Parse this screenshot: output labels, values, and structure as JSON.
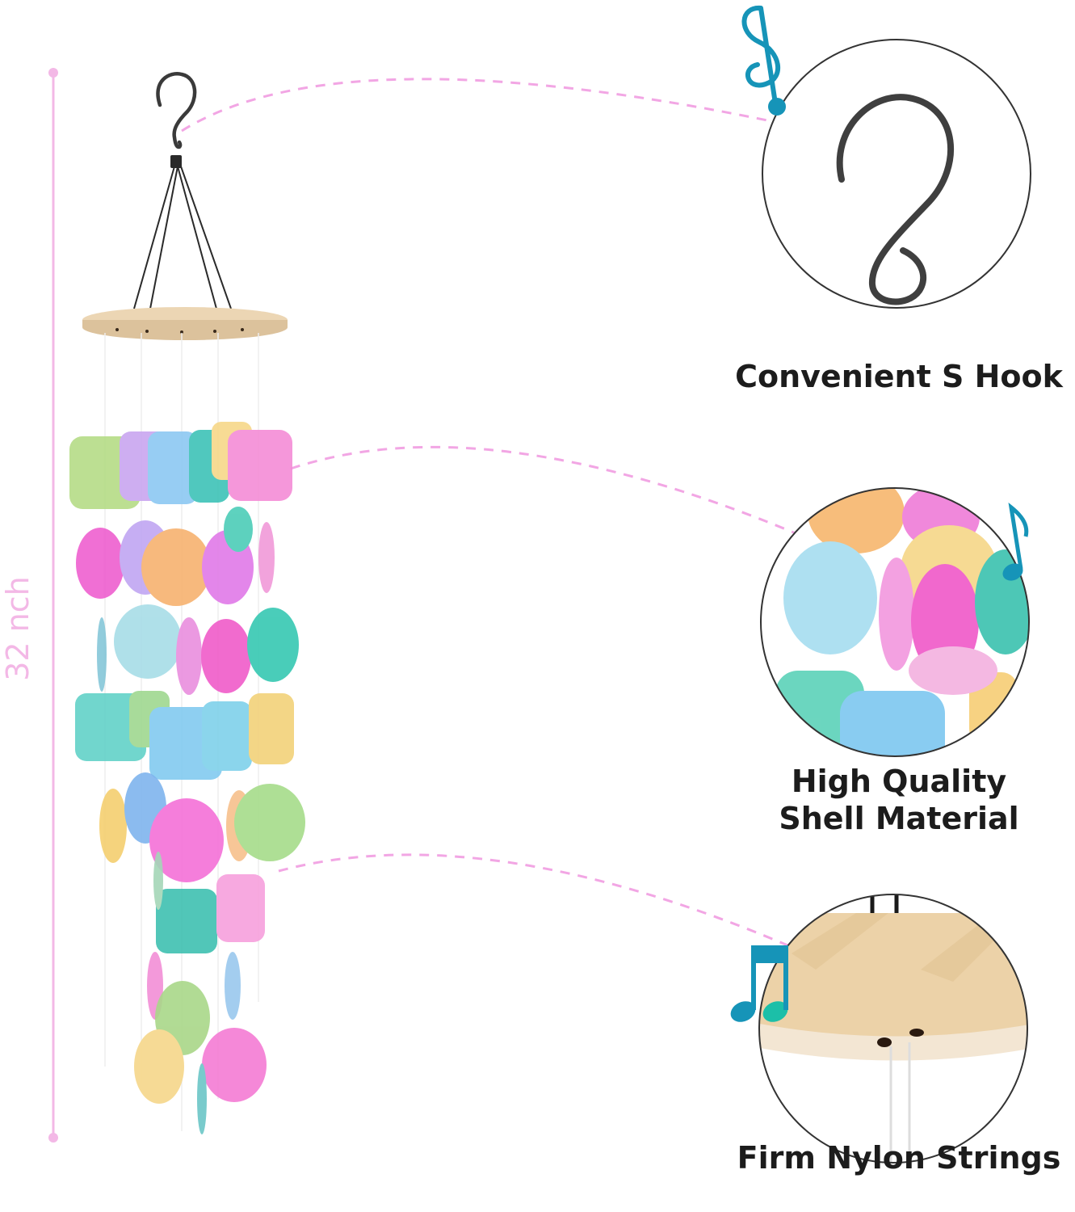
{
  "height_label": "32 nch",
  "features": [
    {
      "label": "Convenient S Hook"
    },
    {
      "label_lines": [
        "High Quality",
        "Shell Material"
      ]
    },
    {
      "label": "Firm Nylon Strings"
    }
  ],
  "colors": {
    "measure_line": "#f3b8e6",
    "callout_dash": "#f2a6e4",
    "music_note": "#1694b8",
    "text": "#1c1c1c",
    "wood": "#ecd6b4"
  },
  "icons": [
    "treble-clef-icon",
    "eighth-note-icon",
    "beamed-notes-icon"
  ]
}
